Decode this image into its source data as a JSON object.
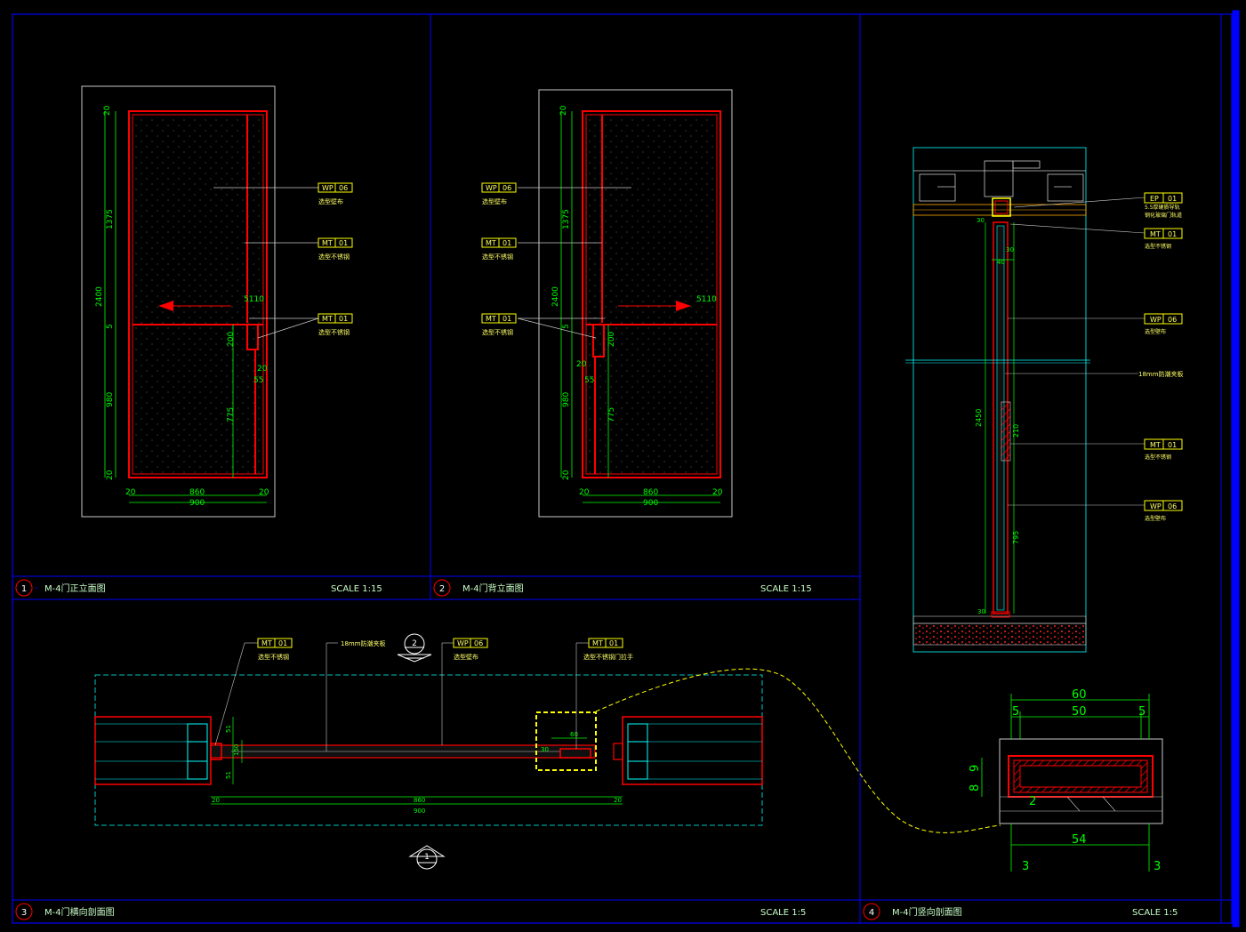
{
  "colors": {
    "bg": "#000000",
    "frame": "#0000ff",
    "dim": "#00ff00",
    "red": "#ff0000",
    "cyan": "#00ffff",
    "white": "#c8c8c8",
    "yellow": "#ffff00",
    "tag_text": "#ffff66"
  },
  "panels": [
    {
      "num": "1",
      "title": "M-4门正立面图",
      "scale": "SCALE 1:15"
    },
    {
      "num": "2",
      "title": "M-4门背立面图",
      "scale": "SCALE 1:15"
    },
    {
      "num": "3",
      "title": "M-4门横向剖面图",
      "scale": "SCALE 1:5"
    },
    {
      "num": "4",
      "title": "M-4门竖向剖面图",
      "scale": "SCALE 1:5"
    }
  ],
  "elev1": {
    "dims": {
      "top": "20",
      "upper": "1375",
      "total": "2400",
      "mid": "5",
      "lower": "980",
      "bottom": "20",
      "w_left": "20",
      "w_mid": "860",
      "w_right": "20",
      "w_total": "900",
      "h200": "200",
      "h775": "775",
      "d5110": "5110",
      "d20": "20",
      "d55": "55"
    },
    "tags": [
      {
        "code": "WP",
        "num": "06",
        "note": "选型壁布"
      },
      {
        "code": "MT",
        "num": "01",
        "note": "选型不锈钢"
      },
      {
        "code": "MT",
        "num": "01",
        "note": "选型不锈钢"
      }
    ]
  },
  "elev2": {
    "dims": {
      "top": "20",
      "upper": "1375",
      "total": "2400",
      "mid": "5",
      "lower": "980",
      "bottom": "20",
      "w_left": "20",
      "w_mid": "860",
      "w_right": "20",
      "w_total": "900",
      "h200": "200",
      "h775": "775",
      "d5110": "5110",
      "d20": "20",
      "d55": "55"
    },
    "tags": [
      {
        "code": "WP",
        "num": "06",
        "note": "选型壁布"
      },
      {
        "code": "MT",
        "num": "01",
        "note": "选型不锈钢"
      },
      {
        "code": "MT",
        "num": "01",
        "note": "选型不锈钢"
      }
    ]
  },
  "vsect": {
    "tags": [
      {
        "code": "EP",
        "num": "01",
        "note": "5.5厚硬质导轨"
      },
      {
        "code": "MT",
        "num": "01",
        "note": "选型不锈钢"
      },
      {
        "code": "WP",
        "num": "06",
        "note": "选型壁布"
      },
      {
        "code": "MT",
        "num": "01",
        "note": "选型不锈钢"
      },
      {
        "code": "WP",
        "num": "06",
        "note": "选型壁布"
      }
    ],
    "note_18mm": "18mm防潮夹板",
    "note_extra": "钢化玻璃门轨道",
    "dims": {
      "d2450": "2450",
      "d210": "210",
      "d795": "795",
      "d30a": "30",
      "d30b": "30",
      "d40": "40",
      "d30c": "30"
    }
  },
  "hsect": {
    "tags": [
      {
        "code": "MT",
        "num": "01",
        "note": "选型不锈钢"
      },
      {
        "code": "WP",
        "num": "06",
        "note": "选型壁布"
      },
      {
        "code": "MT",
        "num": "01",
        "note": "选型不锈钢门拉手"
      }
    ],
    "note_18mm": "18mm防潮夹板",
    "dims": {
      "d860": "860",
      "d900": "900",
      "d20a": "20",
      "d20b": "20",
      "d150": "150",
      "d51a": "51",
      "d51b": "51",
      "d60": "60",
      "d30": "30"
    },
    "marker_top": "2",
    "marker_bottom": "1"
  },
  "detail": {
    "dims": {
      "d60": "60",
      "d50": "50",
      "d5a": "5",
      "d5b": "5",
      "d54": "54",
      "d3a": "3",
      "d3b": "3",
      "d8": "8",
      "d9": "9",
      "d2": "2"
    }
  }
}
